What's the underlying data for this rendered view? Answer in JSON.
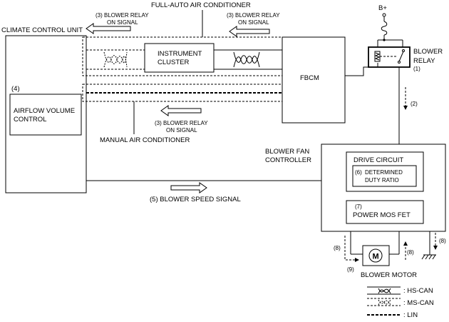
{
  "labels": {
    "climate_control_unit": "CLIMATE CONTROL UNIT",
    "full_auto_ac": "FULL-AUTO AIR CONDITIONER",
    "manual_ac": "MANUAL AIR CONDITIONER",
    "instrument_cluster_1": "INSTRUMENT",
    "instrument_cluster_2": "CLUSTER",
    "fbcm": "FBCM",
    "b_plus": "B+",
    "blower_relay_1": "BLOWER",
    "blower_relay_2": "RELAY",
    "blower_relay_num": "(1)",
    "num_2": "(2)",
    "airflow_num": "(4)",
    "airflow_1": "AIRFLOW VOLUME",
    "airflow_2": "CONTROL",
    "blower_fan_controller_1": "BLOWER FAN",
    "blower_fan_controller_2": "CONTROLLER",
    "drive_circuit": "DRIVE CIRCUIT",
    "determined_num": "(6)",
    "determined_1": "DETERMINED",
    "determined_2": "DUTY RATIO",
    "power_mos_num": "(7)",
    "power_mos": "POWER MOS FET",
    "blower_speed_signal": "(5)  BLOWER SPEED SIGNAL",
    "motor_glyph": "M",
    "blower_motor": "BLOWER MOTOR",
    "num_8_left": "(8)",
    "num_8_mid": "(8)",
    "num_8_right": "(8)",
    "num_9": "(9)"
  },
  "relay_signals": [
    {
      "line1": "(3)  BLOWER RELAY",
      "line2": "ON SIGNAL"
    },
    {
      "line1": "(3)  BLOWER RELAY",
      "line2": "ON SIGNAL"
    },
    {
      "line1": "(3)  BLOWER RELAY",
      "line2": "ON SIGNAL"
    }
  ],
  "legend": [
    {
      "label": ": HS-CAN"
    },
    {
      "label": ": MS-CAN"
    },
    {
      "label": ": LIN"
    }
  ]
}
